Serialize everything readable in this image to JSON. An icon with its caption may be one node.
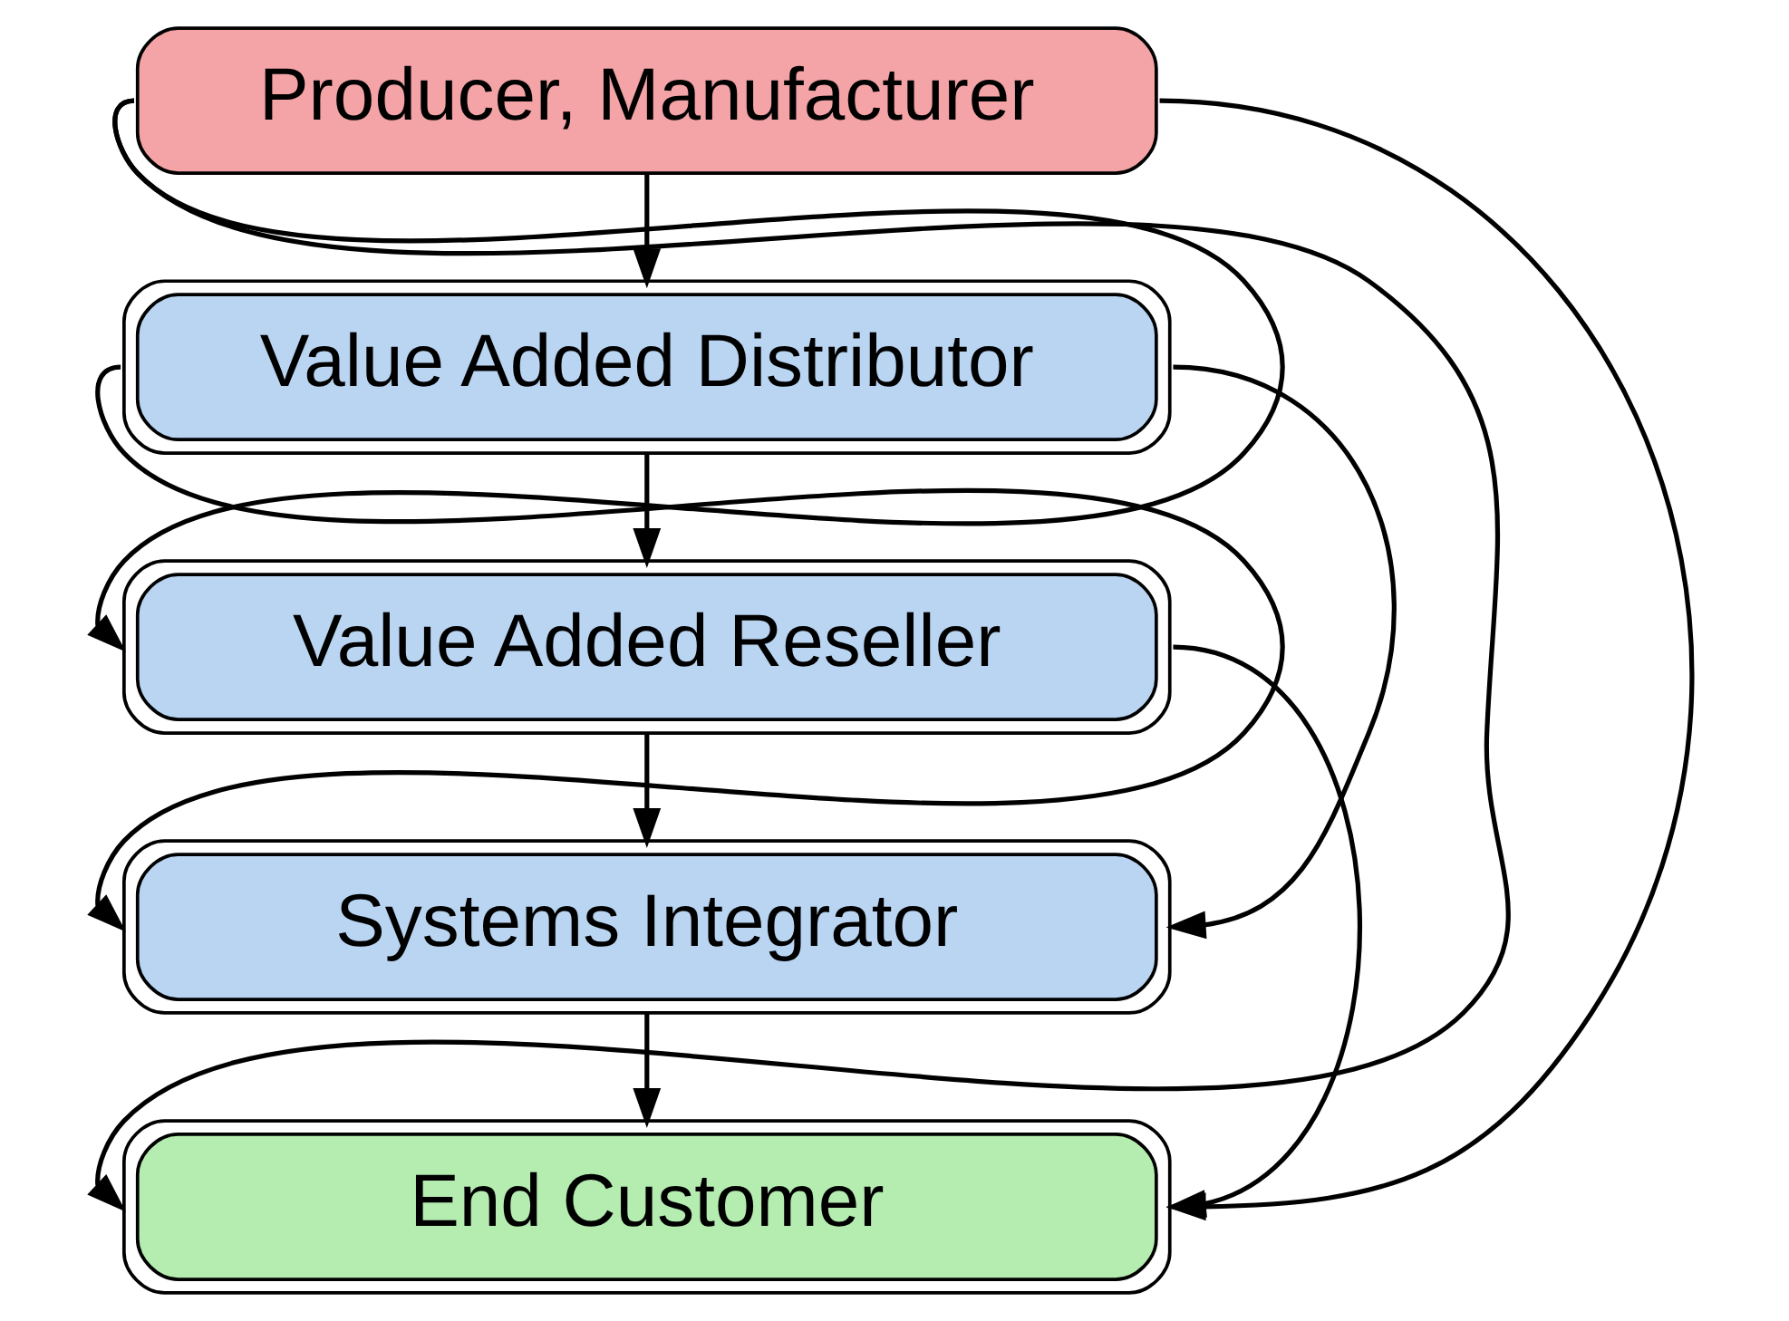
{
  "diagram": {
    "nodes": [
      {
        "text": [
          "Producer, Manufacturer"
        ]
      },
      {
        "text": [
          "Value Added Distributor"
        ]
      },
      {
        "text": [
          "Value Added Reseller"
        ]
      },
      {
        "text": [
          "Systems Integrator"
        ]
      },
      {
        "text": [
          "End Customer"
        ]
      }
    ],
    "edges": [
      {
        "from": 0,
        "to": 1,
        "arrow": "to"
      },
      {
        "from": 1,
        "to": 2,
        "arrow": "to"
      },
      {
        "from": 2,
        "to": 3,
        "arrow": "to"
      },
      {
        "from": 3,
        "to": 4,
        "arrow": "to"
      },
      {
        "from": 0,
        "to": 2,
        "arrow": "to"
      },
      {
        "from": 0,
        "to": 4,
        "arrow": "to"
      },
      {
        "from": 1,
        "to": 3,
        "arrow": "to"
      },
      {
        "from": 0,
        "to": 4,
        "arrow": "to"
      },
      {
        "from": 1,
        "to": 3,
        "arrow": "to"
      },
      {
        "from": 2,
        "to": 4,
        "arrow": "to"
      }
    ]
  }
}
